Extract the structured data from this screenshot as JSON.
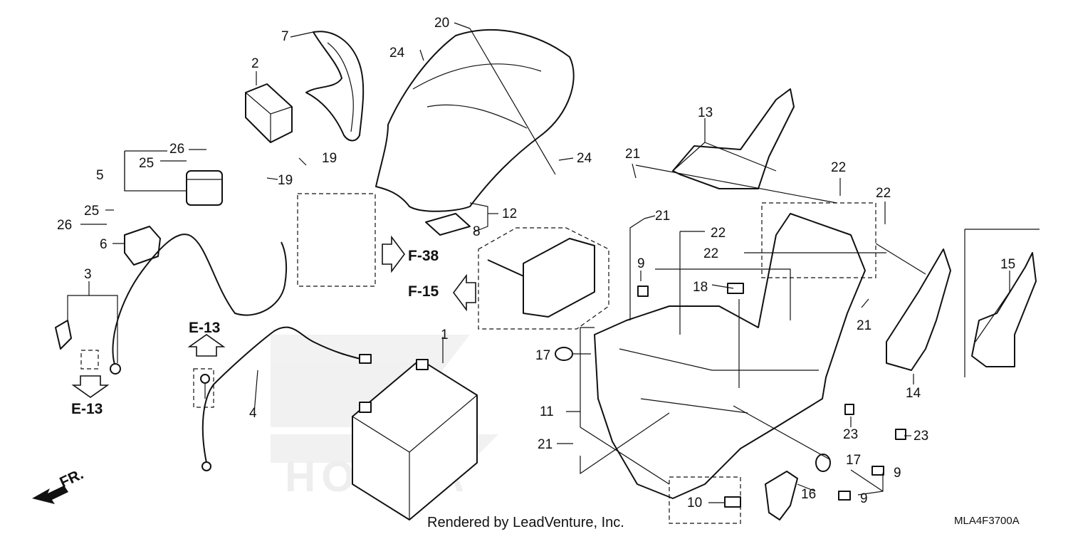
{
  "colors": {
    "stroke": "#111111",
    "watermark": "#cfcfcf",
    "background": "#ffffff"
  },
  "callouts": {
    "c1": "1",
    "c2": "2",
    "c3": "3",
    "c4": "4",
    "c5": "5",
    "c6": "6",
    "c7": "7",
    "c8": "8",
    "c9a": "9",
    "c9b": "9",
    "c9c": "9",
    "c10": "10",
    "c11": "11",
    "c12": "12",
    "c13": "13",
    "c14": "14",
    "c15": "15",
    "c16": "16",
    "c17a": "17",
    "c17b": "17",
    "c18": "18",
    "c19a": "19",
    "c19b": "19",
    "c20": "20",
    "c21a": "21",
    "c21b": "21",
    "c21c": "21",
    "c21d": "21",
    "c22a": "22",
    "c22b": "22",
    "c22c": "22",
    "c22d": "22",
    "c23a": "23",
    "c23b": "23",
    "c24a": "24",
    "c24b": "24",
    "c25a": "25",
    "c25b": "25",
    "c26a": "26",
    "c26b": "26"
  },
  "refs": {
    "f38": "F-38",
    "f15": "F-15",
    "e13_upper": "E-13",
    "e13_lower": "E-13",
    "front": "FR."
  },
  "footer": {
    "rendered_by": "Rendered by LeadVenture, Inc.",
    "diagram_code": "MLA4F3700A"
  },
  "icons": [
    "front-arrow-icon",
    "reference-arrow-icon",
    "honda-wing-watermark"
  ]
}
